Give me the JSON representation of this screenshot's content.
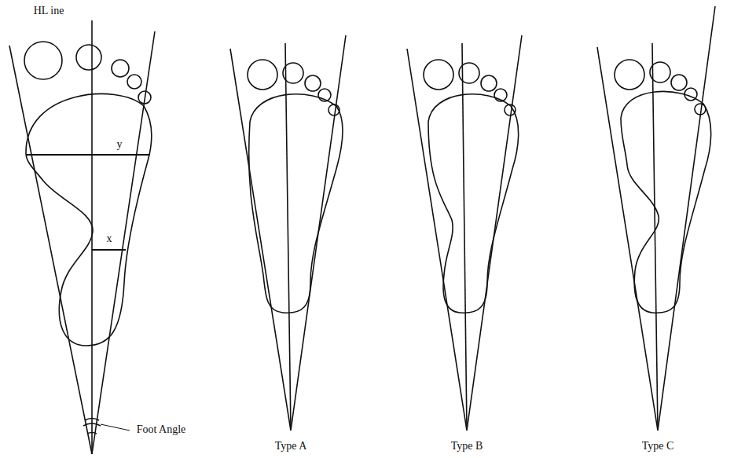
{
  "diagram": {
    "labels": [
      "HL ine",
      "y",
      "x",
      "Foot Angle",
      "Type A",
      "Type B",
      "Type C"
    ]
  }
}
